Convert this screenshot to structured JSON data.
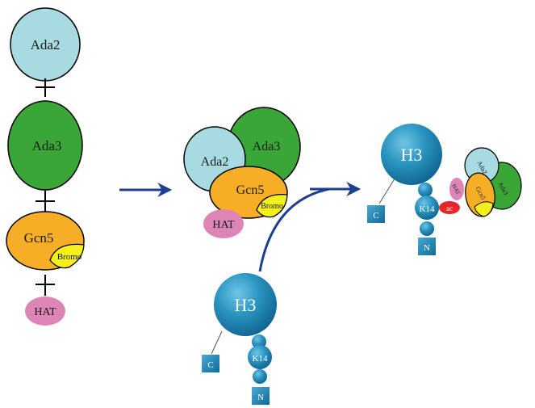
{
  "labels": {
    "ada2": "Ada2",
    "ada3": "Ada3",
    "gcn5": "Gcn5",
    "bromo": "Bromo",
    "hat": "HAT",
    "h3": "H3",
    "c": "C",
    "n": "N",
    "k14": "K14",
    "ac": "ac"
  },
  "colors": {
    "ada2": "#a8dbe1",
    "ada3": "#3aa637",
    "gcn5": "#f7ae27",
    "bromo": "#f4f01a",
    "hat": "#dd86b6",
    "histone": "#1c86b3",
    "acetyl": "#e8252a",
    "arrow": "#1e3f91"
  }
}
